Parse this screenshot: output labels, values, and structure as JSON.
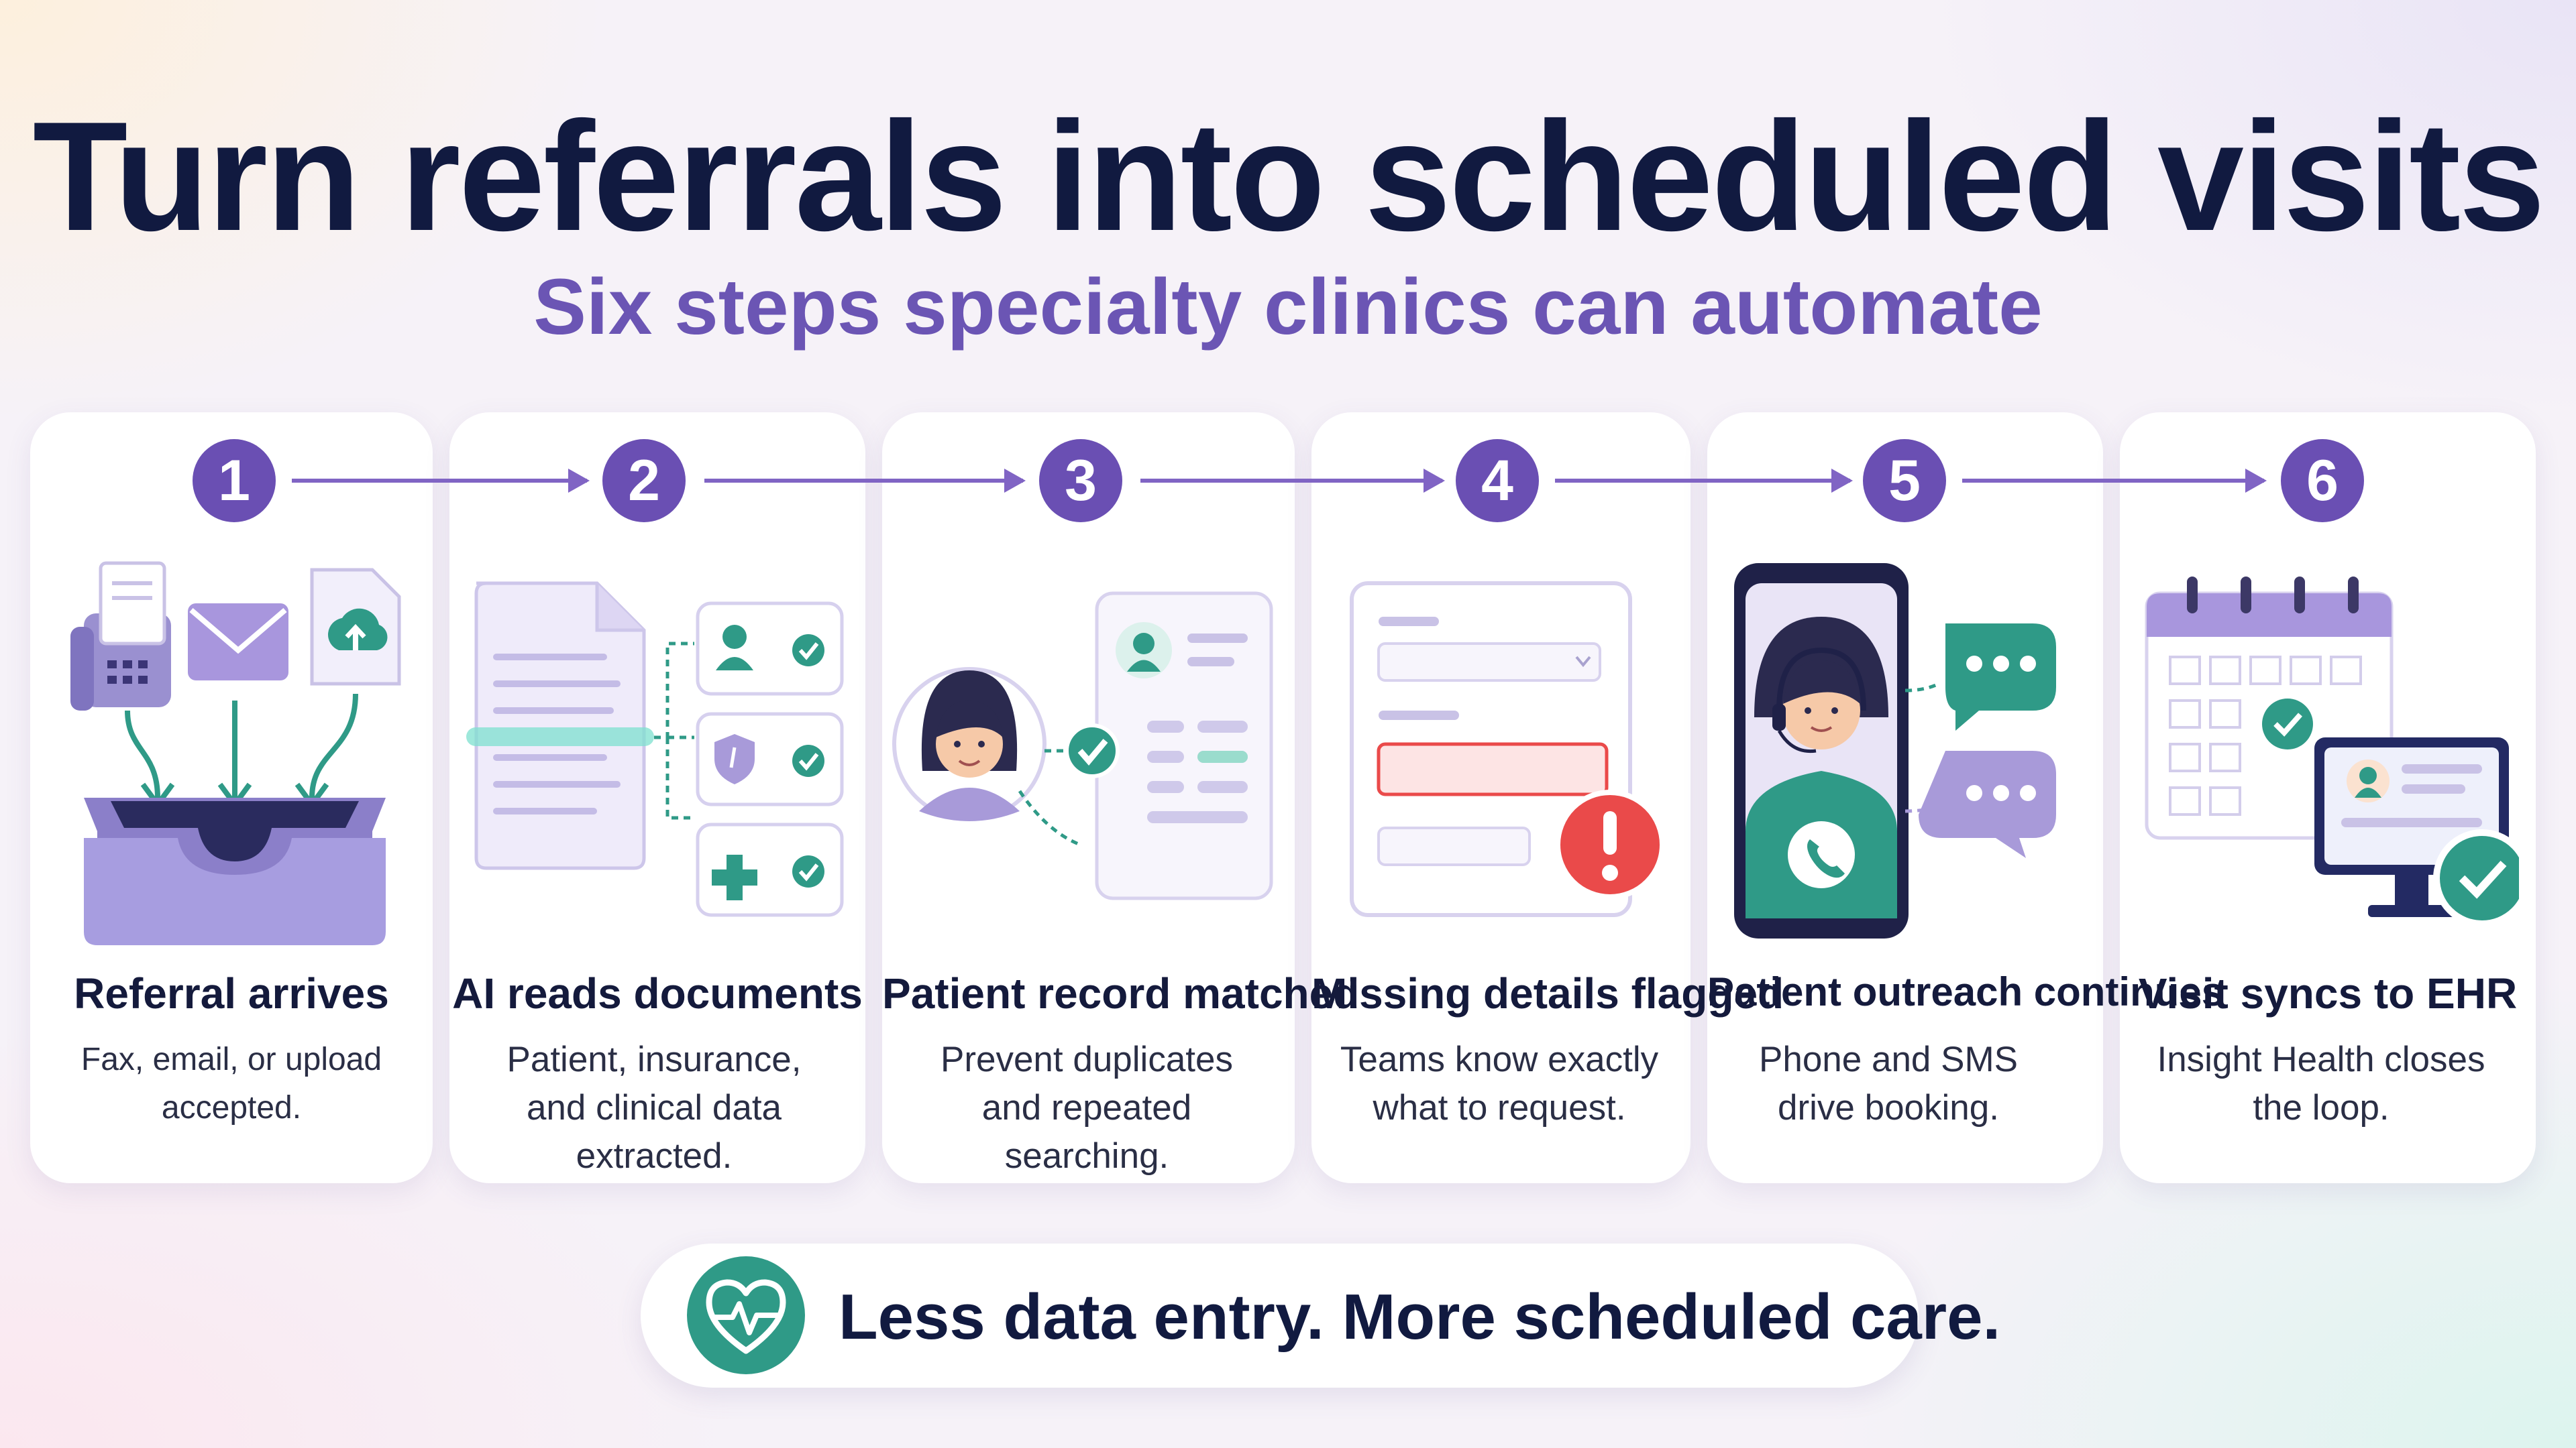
{
  "header": {
    "title": "Turn referrals into scheduled visits",
    "subtitle": "Six steps specialty clinics can automate"
  },
  "steps": [
    {
      "number": "1",
      "title": "Referral arrives",
      "desc": "Fax, email, or upload accepted.",
      "icon": "inbox-icon"
    },
    {
      "number": "2",
      "title": "AI reads documents",
      "desc": "Patient, insurance, and clinical data extracted.",
      "icon": "document-scan-icon"
    },
    {
      "number": "3",
      "title": "Patient record matched",
      "desc": "Prevent duplicates and repeated searching.",
      "icon": "patient-match-icon"
    },
    {
      "number": "4",
      "title": "Missing details flagged",
      "desc": "Teams know exactly what to request.",
      "icon": "form-alert-icon"
    },
    {
      "number": "5",
      "title": "Patient outreach continues",
      "desc": "Phone and SMS drive booking.",
      "icon": "phone-outreach-icon"
    },
    {
      "number": "6",
      "title": "Visit syncs to EHR",
      "desc": "Insight Health closes the loop.",
      "icon": "calendar-ehr-icon"
    }
  ],
  "footer": {
    "tagline": "Less data entry. More scheduled care.",
    "icon": "heart-pulse-icon"
  },
  "colors": {
    "title": "#111a40",
    "subtitle": "#6b55b4",
    "badge": "#6a4fb3",
    "teal": "#2f9a87",
    "lavender": "#a89ad9",
    "alert": "#ea4a4a"
  }
}
